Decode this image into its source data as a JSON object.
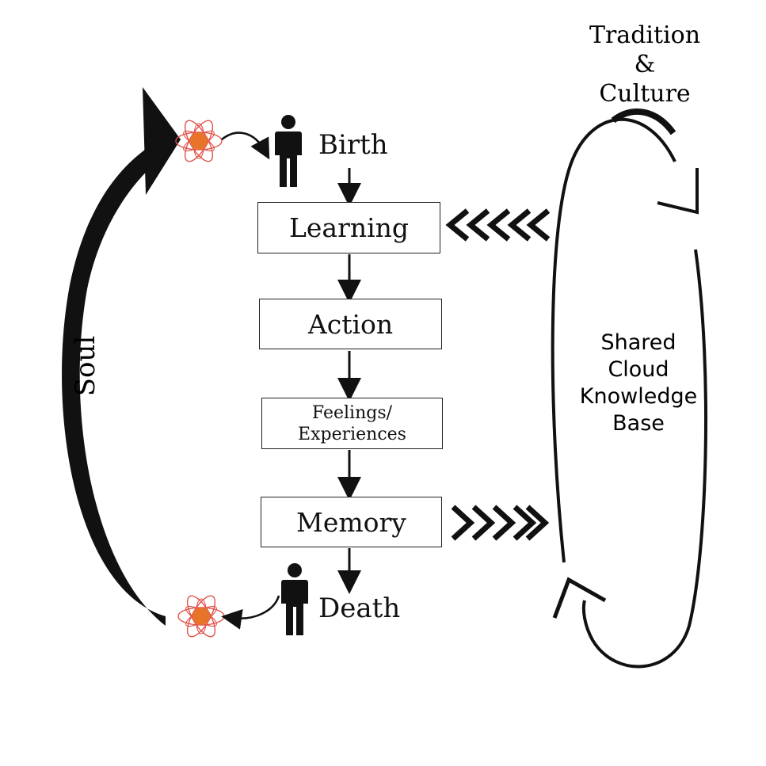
{
  "stages": {
    "birth": "Birth",
    "learning": "Learning",
    "action": "Action",
    "feelings_line1": "Feelings/",
    "feelings_line2": "Experiences",
    "memory": "Memory",
    "death": "Death"
  },
  "left_cycle": {
    "label": "Soul"
  },
  "right_cycle": {
    "title_line1": "Tradition",
    "title_line2": "&",
    "title_line3": "Culture",
    "center_line1": "Shared",
    "center_line2": "Cloud",
    "center_line3": "Knowledge",
    "center_line4": "Base"
  },
  "icons": [
    "soul-flower-icon",
    "person-icon",
    "chevron-arrow-icon"
  ],
  "colors": {
    "ink": "#111111",
    "flower_outline": "#e0524a",
    "flower_core": "#e8742a"
  }
}
